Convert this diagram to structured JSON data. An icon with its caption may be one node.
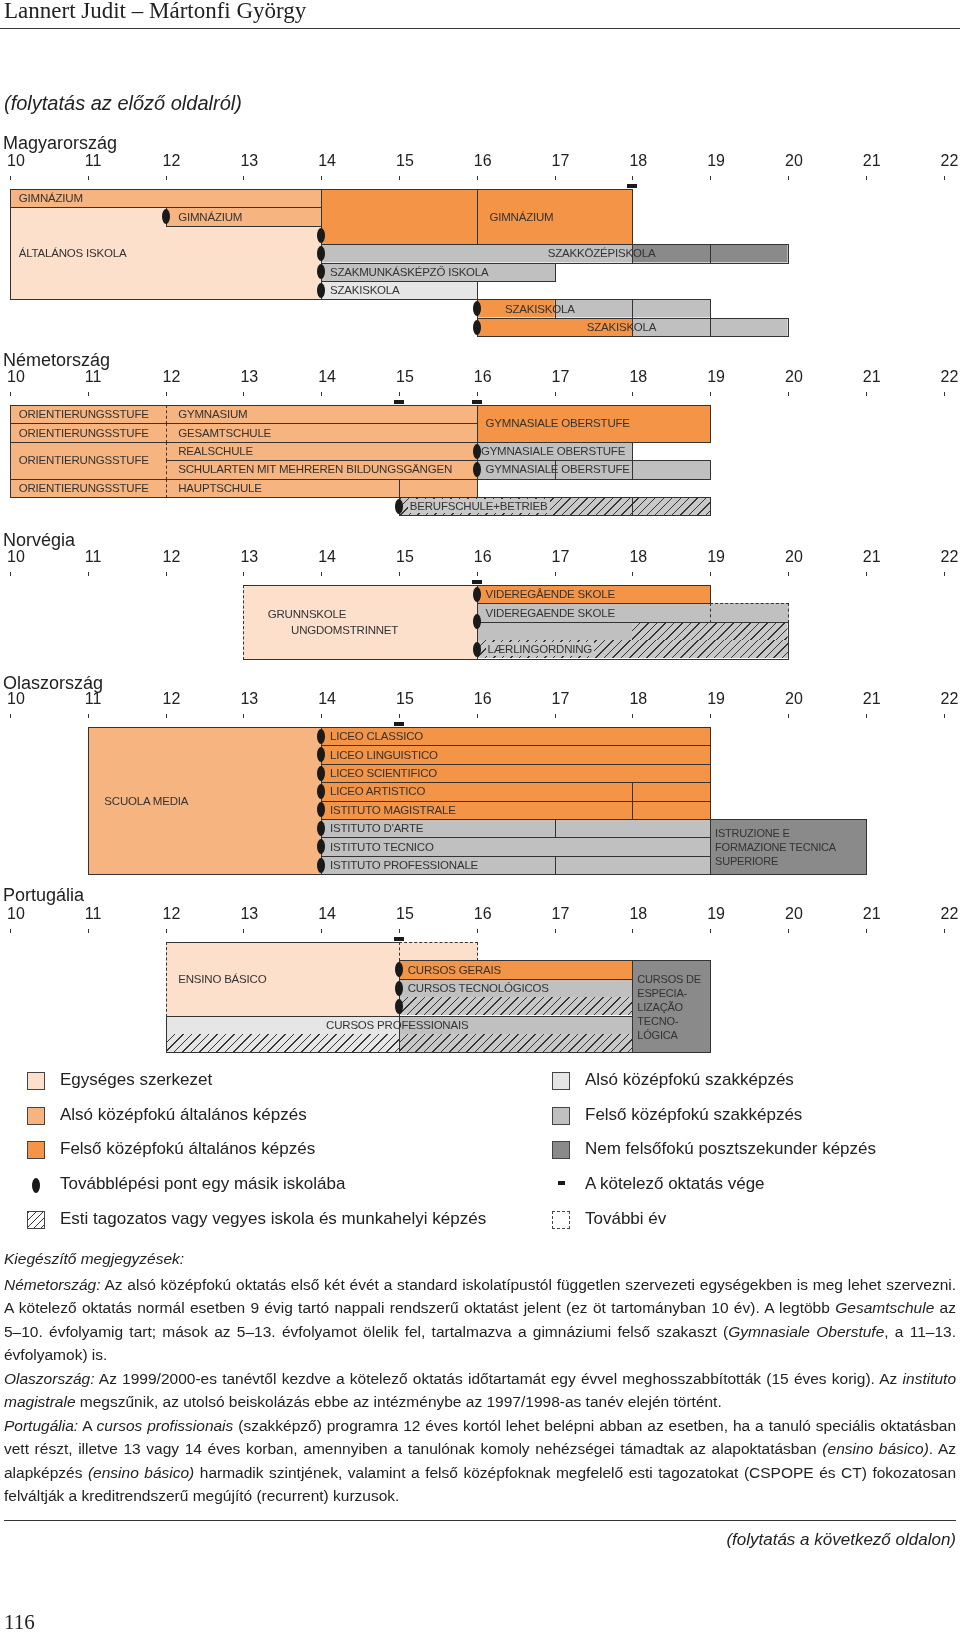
{
  "diagram": {
    "nodes": [
      {
        "text": [
          "GIMNÁZIUM"
        ]
      },
      {
        "text": [
          "GIMNÁZIUM"
        ]
      },
      {
        "text": [
          "ÁLTALÁNOS ISKOLA"
        ]
      },
      {
        "text": [
          "GIMNÁZIUM"
        ],
        "in": 2
      },
      {
        "text": [
          "SZAKKÖZÉPISKOLA"
        ]
      },
      {
        "text": [
          "SZAKMUNKÁSKÉPZŐ ISKOLA"
        ]
      },
      {
        "text": [
          "SZAKISKOLA"
        ]
      },
      {
        "text": [
          "SZAKISKOLA"
        ]
      },
      {
        "text": [
          "SZAKISKOLA"
        ]
      },
      {
        "text": [
          "ORIENTIERUNGSSTUFE"
        ]
      },
      {
        "text": [
          "GYMNASIUM"
        ]
      },
      {
        "text": [
          "GYMNASIALE OBERSTUFE"
        ]
      },
      {
        "text": [
          "ORIENTIERUNGSSTUFE"
        ]
      },
      {
        "text": [
          "GESAMTSCHULE"
        ]
      },
      {
        "text": [
          "ORIENTIERUNGSSTUFE"
        ]
      },
      {
        "text": [
          "REALSCHULE"
        ]
      },
      {
        "text": [
          "GYMNASIALE OBERSTUFE"
        ]
      },
      {
        "text": [
          "SCHULARTEN MIT MEHREREN BILDUNGSGÄNGEN"
        ]
      },
      {
        "text": [
          "GYMNASIALE OBERSTUFE"
        ]
      },
      {
        "text": [
          "ORIENTIERUNGSSTUFE"
        ]
      },
      {
        "text": [
          "HAUPTSCHULE"
        ]
      },
      {
        "text": [
          "BERUFSCHULE+BETRIEB"
        ]
      },
      {
        "text": [
          "GRUNNSKOLE",
          "UNGDOMSTRINNET"
        ]
      },
      {
        "text": [
          "VIDEREGÅENDE SKOLE"
        ]
      },
      {
        "text": [
          "VIDEREGAENDE SKOLE"
        ]
      },
      {
        "text": [],
        "shape": "box"
      },
      {
        "text": [
          "LÆRLINGORDNING"
        ]
      },
      {
        "text": [
          "SCUOLA MEDIA"
        ]
      },
      {
        "text": [
          "LICEO CLASSICO"
        ]
      },
      {
        "text": [
          "LICEO LINGUISTICO"
        ]
      },
      {
        "text": [
          "LICEO SCIENTIFICO"
        ]
      },
      {
        "text": [
          "LICEO ARTISTICO"
        ]
      },
      {
        "text": [
          "ISTITUTO MAGISTRALE"
        ]
      },
      {
        "text": [
          "ISTITUTO D'ARTE"
        ]
      },
      {
        "text": [
          "ISTITUTO TECNICO"
        ]
      },
      {
        "text": [
          "ISTITUTO PROFESSIONALE"
        ]
      },
      {
        "text": [
          "ISTRUZIONE E FORMAZIONE TECNICA SUPERIORE"
        ]
      },
      {
        "text": [
          "ENSINO BÁSICO"
        ]
      },
      {
        "text": [],
        "shape": "box"
      },
      {
        "text": [
          "CURSOS GERAIS"
        ]
      },
      {
        "text": [
          "CURSOS TECNOLÓGICOS"
        ]
      },
      {
        "text": [
          "CURSOS PROFESSIONAIS"
        ]
      },
      {
        "text": [
          "CURSOS DE ESPECIA- LIZAÇÃO TECNO- LÓGICA"
        ]
      }
    ],
    "labels": [
      "Lannert Judit – Mártonfi György",
      "(folytatás az előző oldalról)",
      "Magyarország",
      "10",
      "11",
      "12",
      "13",
      "14",
      "15",
      "16",
      "17",
      "18",
      "19",
      "20",
      "21",
      "22",
      "Németország",
      "10",
      "11",
      "12",
      "13",
      "14",
      "15",
      "16",
      "17",
      "18",
      "19",
      "20",
      "21",
      "22",
      "Norvégia",
      "10",
      "11",
      "12",
      "13",
      "14",
      "15",
      "16",
      "17",
      "18",
      "19",
      "20",
      "21",
      "22",
      "Olaszország",
      "10",
      "11",
      "12",
      "13",
      "14",
      "15",
      "16",
      "17",
      "18",
      "19",
      "20",
      "21",
      "22",
      "Portugália",
      "10",
      "11",
      "12",
      "13",
      "14",
      "15",
      "16",
      "17",
      "18",
      "19",
      "20",
      "21",
      "22",
      "Kiegészítő megjegyzések:",
      "*Németország:* Az alsó középfokú oktatás első két évét a standard iskolatípustól független szervezeti egységekben is meg lehet szervezni. A kötelező oktatás normál esetben 9 évig tartó nappali rendszerű oktatást jelent (ez öt tartományban 10 év). A legtöbb *Gesamtschule* az 5–10. évfolyamig tart; mások az 5–13. évfolyamot ölelik fel, tartalmazva a gimnáziumi felső szakaszt (*Gymnasiale Oberstufe*, a 11–13. évfolyamok) is.",
      "*Olaszország:* Az 1999/2000-es tanévtől kezdve a kötelező oktatás időtartamát egy évvel meghosszabbították (15 éves korig). Az *instituto magistrale* megszűnik, az utolsó beiskolázás ebbe az intézménybe az 1997/1998-as tanév elején történt.",
      "*Portugália:* A *cursos profissionais* (szakképző) programra 12 éves kortól lehet belépni abban az esetben, ha a tanuló speciális oktatásban vett részt, illetve 13 vagy 14 éves korban, amennyiben a tanulónak komoly nehézségei támadtak az alapoktatásban *(ensino básico)*. Az alapképzés *(ensino básico)* harmadik szintjének, valamint a felső középfoknak megfelelő esti tagozatokat (CSPOPE és CT) fokozatosan felváltják a kreditrendszerű megújító (recurrent) kurzusok.",
      "(folytatás a következő oldalon)",
      "116"
    ],
    "legend": [
      {
        "text": "Egységes szerkezet",
        "color": "#fde0cb"
      },
      {
        "text": "Alsó középfokú szakképzés",
        "color": "#e6e6e6"
      },
      {
        "text": "Alsó középfokú általános képzés",
        "color": "#f6b480"
      },
      {
        "text": "Felső középfokú szakképzés",
        "color": "#c0c0c0"
      },
      {
        "text": "Felső középfokú általános képzés",
        "color": "#f39447"
      },
      {
        "text": "Nem felsőfokú posztszekunder képzés",
        "color": "#8a8a8a"
      },
      {
        "text": "Továbblépési pont egy másik iskolába"
      },
      {
        "text": "A kötelező oktatás vége"
      },
      {
        "text": "Esti tagozatos vagy vegyes iskola és munkahelyi képzés"
      },
      {
        "text": "További év"
      }
    ]
  }
}
